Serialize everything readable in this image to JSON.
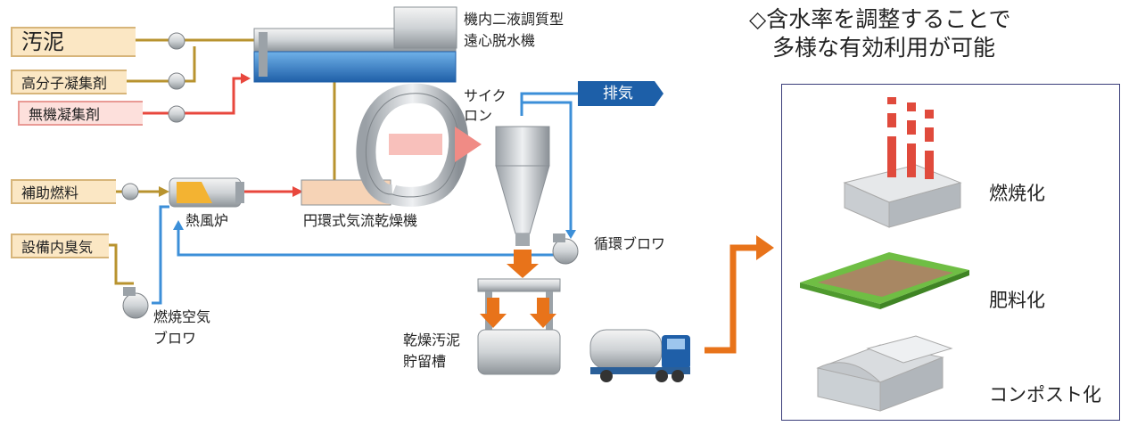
{
  "inputs": {
    "sludge": "汚泥",
    "polymer_coagulant": "高分子凝集剤",
    "inorganic_coagulant": "無機凝集剤",
    "aux_fuel": "補助燃料",
    "odor_air": "設備内臭気"
  },
  "equipment": {
    "centrifuge": "機内二液調質型",
    "centrifuge_line2": "遠心脱水機",
    "cyclone": "サイク",
    "cyclone_line2": "ロン",
    "exhaust": "排気",
    "hot_air_furnace": "熱風炉",
    "ring_dryer": "円環式気流乾燥機",
    "circulation_blower": "循環ブロワ",
    "combustion_blower": "燃焼空気",
    "combustion_blower_line2": "ブロワ",
    "dry_sludge_tank": "乾燥汚泥",
    "dry_sludge_tank_line2": "貯留槽"
  },
  "heading": {
    "line1": "◇含水率を調整することで",
    "line2": "多様な有効利用が可能"
  },
  "uses": {
    "incineration": "燃焼化",
    "fertilizer": "肥料化",
    "compost": "コンポスト化"
  },
  "colors": {
    "sludge_line": "#b8932f",
    "coagulant_line": "#e8473d",
    "air_line": "#3c8fd8",
    "output_arrow": "#e8731a",
    "panel_border": "#3a3d7a",
    "exhaust_tag": "#1d5fa8"
  }
}
